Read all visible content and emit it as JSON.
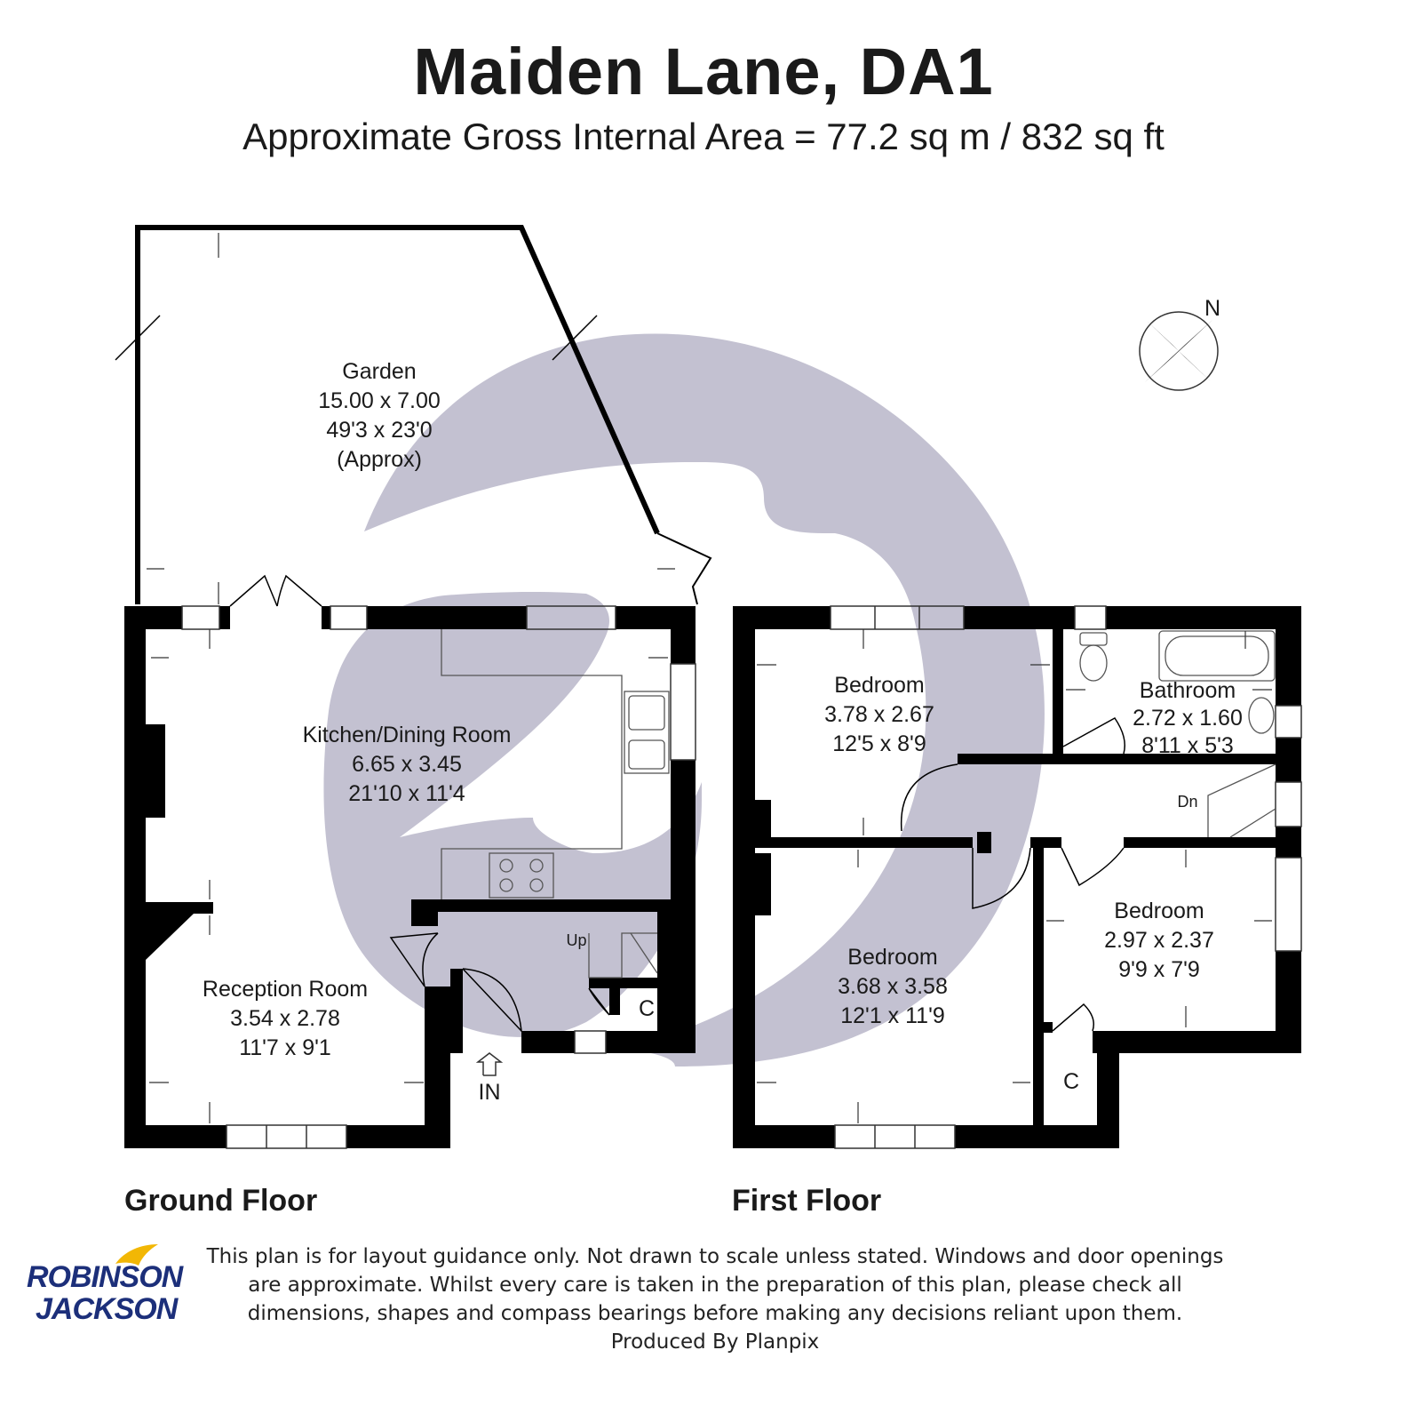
{
  "header": {
    "title": "Maiden Lane, DA1",
    "subtitle": "Approximate Gross Internal Area = 77.2 sq m / 832 sq ft"
  },
  "rooms": {
    "garden": {
      "name": "Garden",
      "metric": "15.00 x 7.00",
      "imperial": "49'3 x 23'0",
      "note": "(Approx)"
    },
    "kitchen": {
      "name": "Kitchen/Dining Room",
      "metric": "6.65 x 3.45",
      "imperial": "21'10 x 11'4"
    },
    "reception": {
      "name": "Reception Room",
      "metric": "3.54 x 2.78",
      "imperial": "11'7 x 9'1"
    },
    "bedroom1": {
      "name": "Bedroom",
      "metric": "3.78 x 2.67",
      "imperial": "12'5 x 8'9"
    },
    "bathroom": {
      "name": "Bathroom",
      "metric": "2.72 x 1.60",
      "imperial": "8'11 x 5'3"
    },
    "bedroom2": {
      "name": "Bedroom",
      "metric": "3.68 x 3.58",
      "imperial": "12'1 x 11'9"
    },
    "bedroom3": {
      "name": "Bedroom",
      "metric": "2.97 x 2.37",
      "imperial": "9'9 x 7'9"
    }
  },
  "markers": {
    "up": "Up",
    "down": "Dn",
    "cupboard_ground": "C",
    "cupboard_first": "C",
    "entrance": "IN",
    "north": "N"
  },
  "floors": {
    "ground": "Ground Floor",
    "first": "First Floor"
  },
  "disclaimer": {
    "line1": "This plan is for layout guidance only. Not drawn to scale unless stated. Windows and door openings",
    "line2": "are approximate. Whilst every care is taken in the preparation of this plan, please check all",
    "line3": "dimensions, shapes and compass bearings before making any decisions reliant upon them.",
    "line4": "Produced By Planpix"
  },
  "logo": {
    "line1": "ROBINSON",
    "line2": "JACKSON"
  },
  "colors": {
    "wall": "#000000",
    "watermark": "#c3c1d1",
    "logo_blue": "#1c2f7a",
    "logo_yellow": "#f2b705"
  }
}
